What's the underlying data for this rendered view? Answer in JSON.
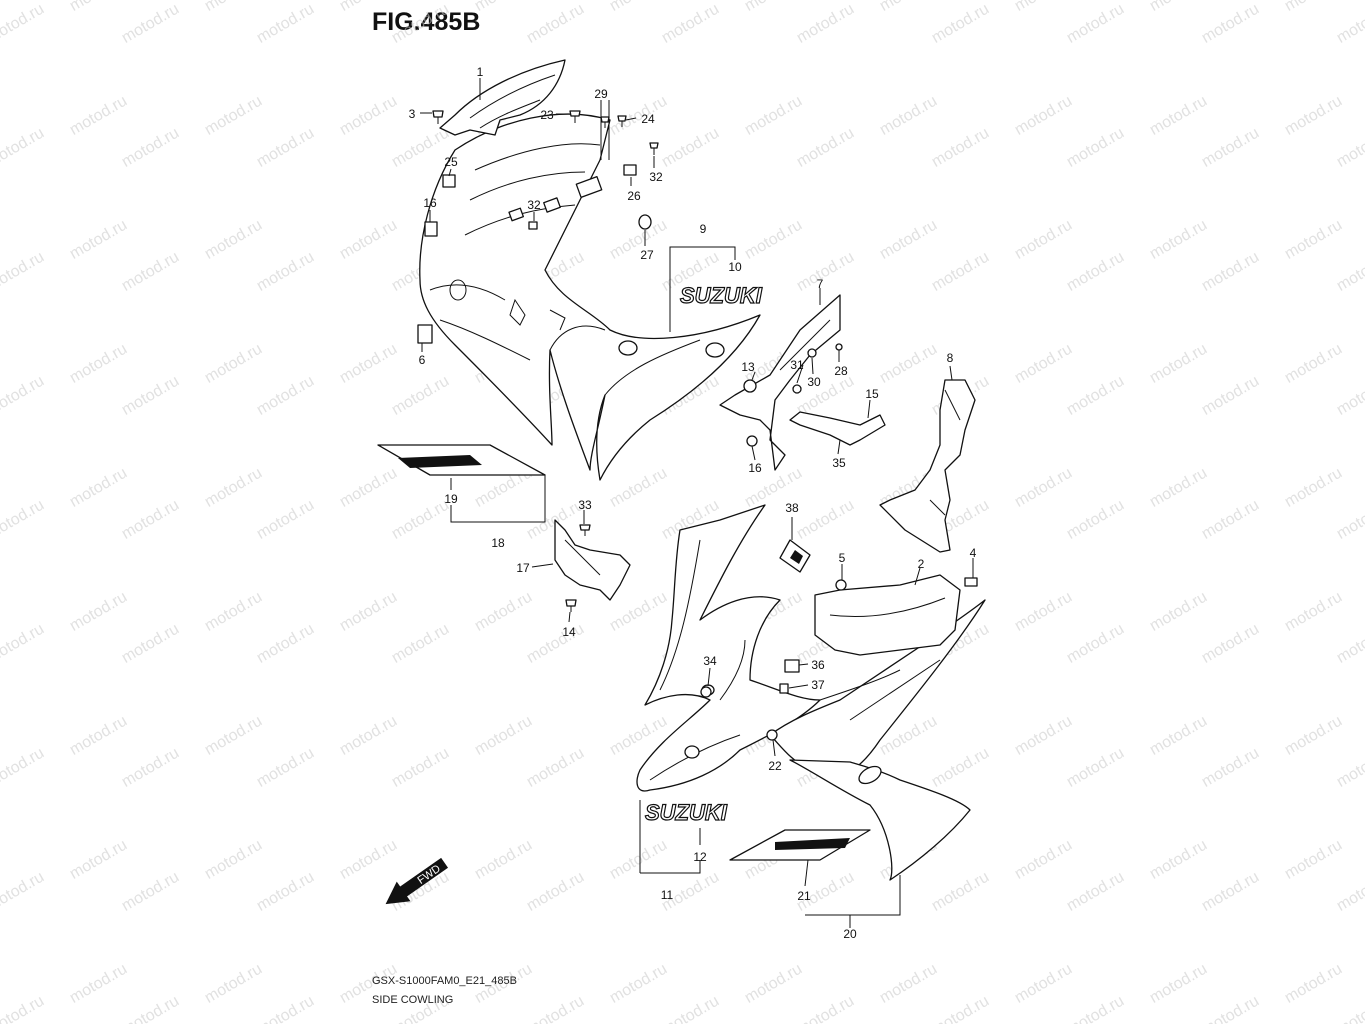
{
  "figure": {
    "title": "FIG.485B",
    "model_code": "GSX-S1000FAM0_E21_485B",
    "section_name": "SIDE COWLING"
  },
  "watermark": "motod.ru",
  "logo_text": "SUZUKI",
  "fwd_label": "FWD",
  "callouts": [
    "1",
    "2",
    "3",
    "4",
    "5",
    "6",
    "7",
    "8",
    "9",
    "10",
    "11",
    "12",
    "13",
    "14",
    "15",
    "16",
    "16",
    "17",
    "18",
    "19",
    "20",
    "21",
    "22",
    "23",
    "24",
    "25",
    "26",
    "27",
    "28",
    "29",
    "30",
    "31",
    "32",
    "32",
    "33",
    "34",
    "35",
    "36",
    "37",
    "38"
  ]
}
